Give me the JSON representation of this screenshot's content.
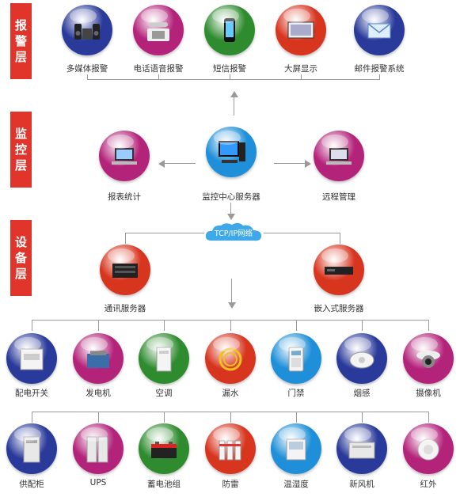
{
  "layers": {
    "alarm": [
      "报",
      "警",
      "层"
    ],
    "monitor": [
      "监",
      "控",
      "层"
    ],
    "device": [
      "设",
      "备",
      "层"
    ]
  },
  "alarm_nodes": [
    {
      "label": "多媒体报警",
      "icon": "speakers-icon",
      "color": "#2a3a9a"
    },
    {
      "label": "电话语音报警",
      "icon": "telephone-icon",
      "color": "#b4237a"
    },
    {
      "label": "短信报警",
      "icon": "smartphone-icon",
      "color": "#2e8b2e"
    },
    {
      "label": "大屏显示",
      "icon": "big-screen-icon",
      "color": "#d8351f"
    },
    {
      "label": "邮件报警系统",
      "icon": "email-icon",
      "color": "#2a3a9a"
    }
  ],
  "monitor": {
    "left": {
      "label": "报表统计",
      "icon": "laptop-icon",
      "color": "#b4237a"
    },
    "center": {
      "label": "监控中心服务器",
      "icon": "server-workstation-icon",
      "color": "#1e8fd8"
    },
    "right": {
      "label": "远程管理",
      "icon": "remote-laptop-icon",
      "color": "#b4237a"
    }
  },
  "network": {
    "label": "TCP/IP网络",
    "color": "#3ea8e8"
  },
  "servers": {
    "left": {
      "label": "通讯服务器",
      "icon": "comm-server-icon",
      "color": "#d8351f"
    },
    "right": {
      "label": "嵌入式服务器",
      "icon": "embedded-server-icon",
      "color": "#d8351f"
    }
  },
  "devices_row1": [
    {
      "label": "配电开关",
      "icon": "switch-panel-icon",
      "color": "#2a3a9a"
    },
    {
      "label": "发电机",
      "icon": "generator-icon",
      "color": "#b4237a"
    },
    {
      "label": "空调",
      "icon": "air-conditioner-icon",
      "color": "#2e8b2e"
    },
    {
      "label": "漏水",
      "icon": "water-leak-cable-icon",
      "color": "#d8351f"
    },
    {
      "label": "门禁",
      "icon": "access-control-icon",
      "color": "#1e8fd8"
    },
    {
      "label": "烟感",
      "icon": "smoke-detector-icon",
      "color": "#2a3a9a"
    },
    {
      "label": "摄像机",
      "icon": "camera-icon",
      "color": "#b4237a"
    }
  ],
  "devices_row2": [
    {
      "label": "供配柜",
      "icon": "power-cabinet-icon",
      "color": "#2a3a9a"
    },
    {
      "label": "UPS",
      "icon": "ups-icon",
      "color": "#b4237a"
    },
    {
      "label": "蓄电池组",
      "icon": "battery-icon",
      "color": "#2e8b2e"
    },
    {
      "label": "防雷",
      "icon": "surge-protector-icon",
      "color": "#d8351f"
    },
    {
      "label": "温湿度",
      "icon": "thermo-hygrometer-icon",
      "color": "#1e8fd8"
    },
    {
      "label": "新风机",
      "icon": "fresh-air-unit-icon",
      "color": "#2a3a9a"
    },
    {
      "label": "红外",
      "icon": "infrared-sensor-icon",
      "color": "#b4237a"
    }
  ]
}
